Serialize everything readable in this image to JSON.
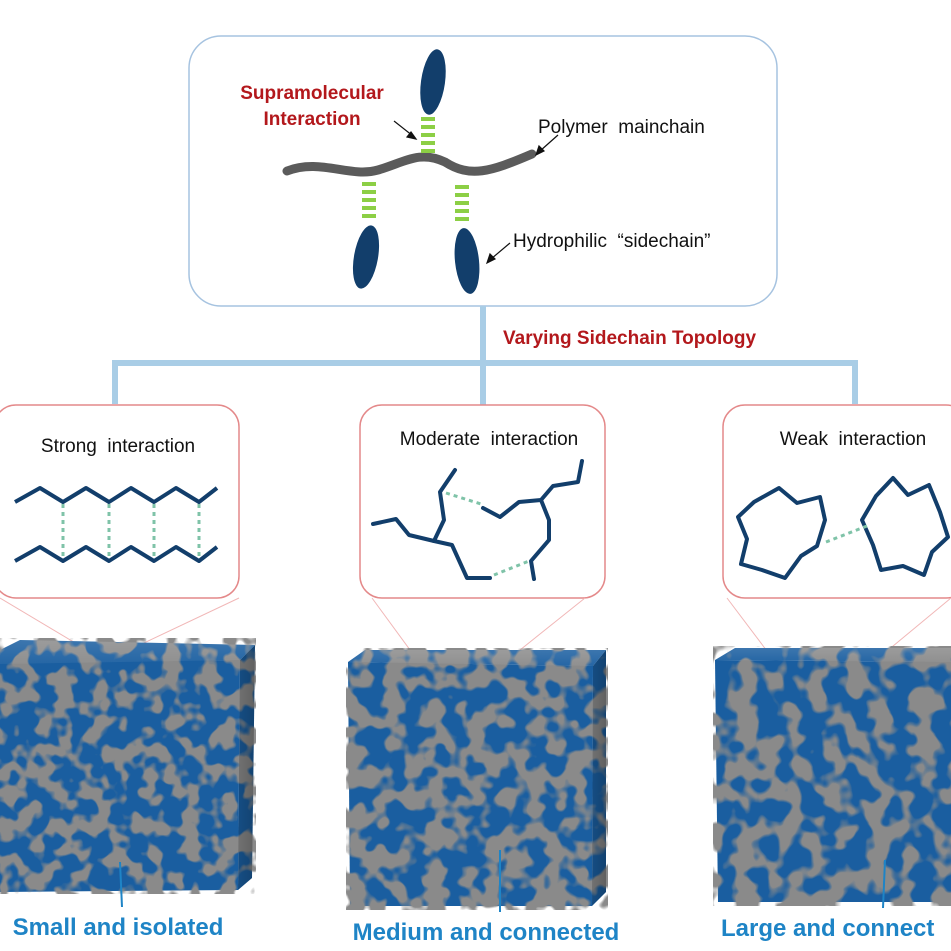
{
  "top_panel": {
    "supramolecular_line1": "Supramolecular",
    "supramolecular_line2": "Interaction",
    "polymer_mainchain": "Polymer  mainchain",
    "hydrophilic_sidechain": "Hydrophilic  “sidechain”"
  },
  "branch_title": "Varying Sidechain Topology",
  "panels": [
    {
      "title": "Strong  interaction",
      "caption": "Small and isolated"
    },
    {
      "title": "Moderate  interaction",
      "caption": "Medium and connected"
    },
    {
      "title": "Weak  interaction",
      "caption": "Large and connect"
    }
  ],
  "colors": {
    "navy": "#123e6b",
    "green_dash": "#8ccf45",
    "mainchain_gray": "#5b5b5b",
    "red_text": "#b3181c",
    "connector_blue": "#a9cde6",
    "panel_border_blue": "#a6c3e0",
    "panel_border_pink": "#e4898a",
    "dotted_teal": "#7fc3a8",
    "caption_blue": "#1e84c6",
    "cube_blue": "#1a5ea0",
    "cube_gray": "#8a8a8a"
  }
}
